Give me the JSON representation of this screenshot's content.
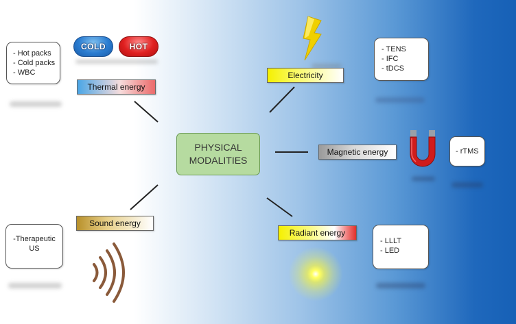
{
  "center": {
    "line1": "PHYSICAL",
    "line2": "MODALITIES"
  },
  "thermal": {
    "label": "Thermal energy",
    "items": [
      "- Hot packs",
      "- Cold packs",
      "- WBC"
    ],
    "cold_badge": "COLD",
    "hot_badge": "HOT"
  },
  "electricity": {
    "label": "Electricity",
    "items": [
      "- TENS",
      "- IFC",
      "- tDCS"
    ]
  },
  "magnetic": {
    "label": "Magnetic energy",
    "items": [
      "- rTMS"
    ]
  },
  "sound": {
    "label": "Sound energy",
    "items": [
      "-Therapeutic",
      "US"
    ]
  },
  "radiant": {
    "label": "Radiant energy",
    "items": [
      "- LLLT",
      "- LED"
    ]
  },
  "colors": {
    "center_fill": "#b6dba0",
    "electricity_yellow": "#f5f000",
    "thermal_blue": "#5aa8e0",
    "thermal_red": "#ec6a6a",
    "sound_gold": "#b8902a",
    "magnet_red": "#d01c1c",
    "radiant_red": "#e0302a"
  },
  "icons": [
    "lightning-bolt-icon",
    "magnet-icon",
    "sound-waves-icon",
    "light-glow-icon",
    "cold-badge-icon",
    "hot-badge-icon"
  ]
}
